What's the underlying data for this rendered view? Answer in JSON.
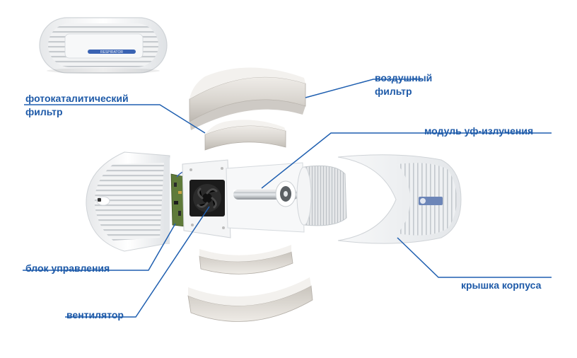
{
  "labels": {
    "air_filter": {
      "line1": "воздушный",
      "line2": "фильтр"
    },
    "photocatalytic_filter": {
      "line1": "фотокаталитический",
      "line2": "фильтр"
    },
    "uv_module": "модуль уф-излучения",
    "control_unit": "блок управления",
    "housing_cover": "крышка корпуса",
    "fan": "вентилятор"
  },
  "product_brand_text": "RESPIRATOR",
  "colors": {
    "label_text": "#1e5aa8",
    "leader_line": "#1f5fb0",
    "device_white": "#f4f5f6",
    "filter_gray": "#d7d3cd",
    "fan_dark": "#1b1b1b",
    "board_green": "#5f7a3a",
    "accent_blue": "#3a63b3"
  }
}
